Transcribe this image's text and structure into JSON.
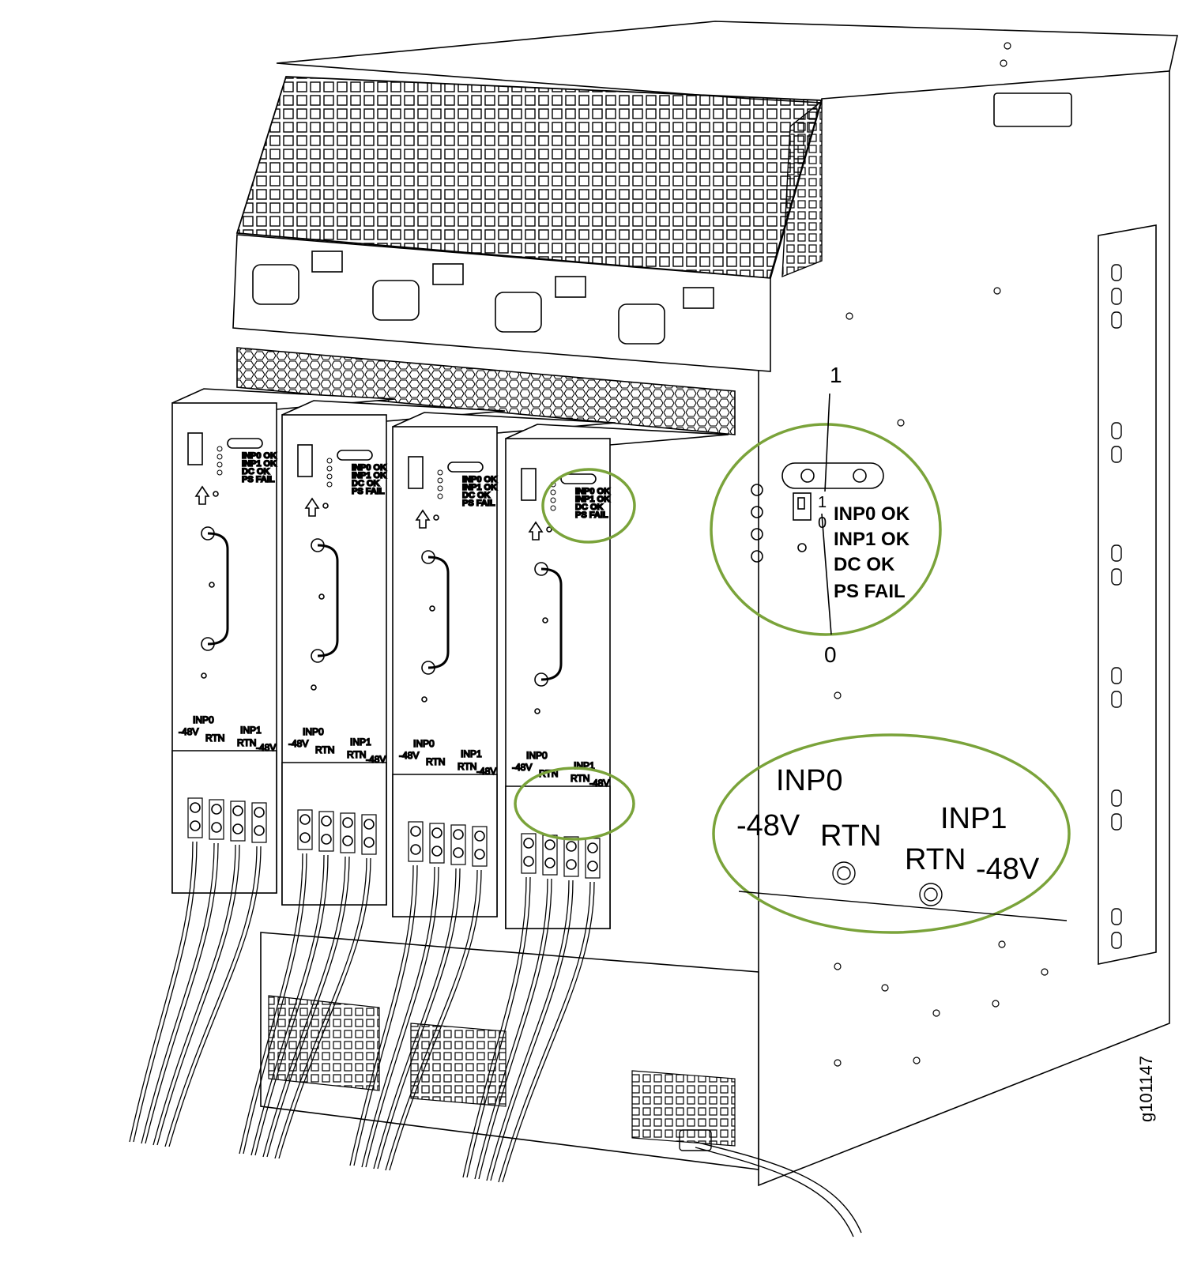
{
  "figure_id": "g101147",
  "switch": {
    "on_label": "1",
    "off_label": "0"
  },
  "led_labels": [
    "INP0 OK",
    "INP1 OK",
    "DC OK",
    "PS FAIL"
  ],
  "terminal_labels": {
    "inp0": "INP0",
    "inp1": "INP1",
    "neg48": "-48V",
    "rtn": "RTN"
  },
  "power_supplies": [
    {
      "id": "ps0"
    },
    {
      "id": "ps1"
    },
    {
      "id": "ps2"
    },
    {
      "id": "ps3"
    }
  ],
  "colors": {
    "callout": "#7aa33a",
    "line": "#000000",
    "background": "#ffffff"
  }
}
